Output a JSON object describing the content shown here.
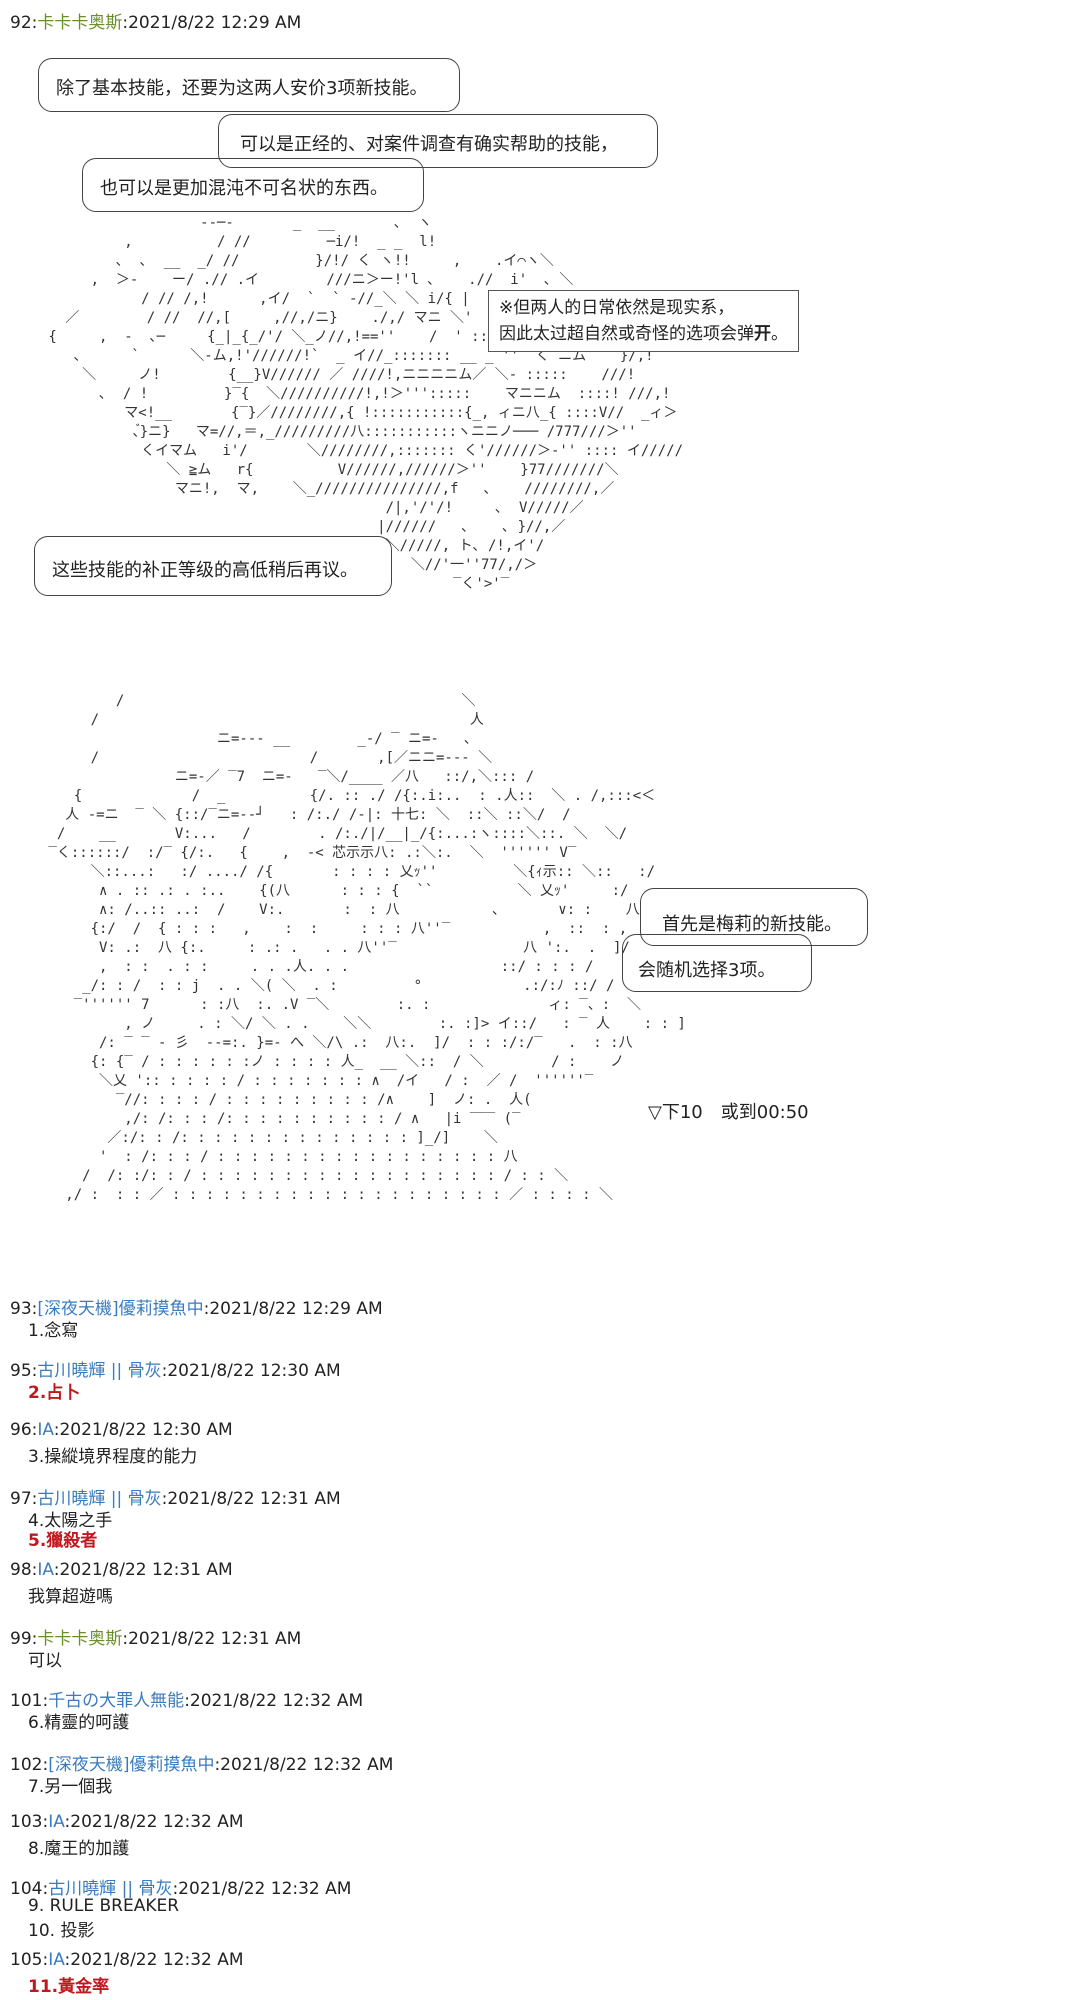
{
  "first_post": {
    "num": "92:",
    "name": "卡卡卡奥斯",
    "time": ":2021/8/22 12:29 AM"
  },
  "bubbles": {
    "b1": "除了基本技能，还要为这两人安价3项新技能。",
    "b2": "可以是正经的、对案件调查有确实帮助的技能，",
    "b3": "也可以是更加混沌不可名状的东西。",
    "b4": "这些技能的补正等级的高低稍后再议。",
    "b5": "首先是梅莉的新技能。",
    "b6": "会随机选择3项。"
  },
  "note": {
    "line1": "※但两人的日常依然是现实系，",
    "line2_prefix": "因此太过超自然或奇怪的选项会弹",
    "line2_bold": "开",
    "line2_suffix": "。"
  },
  "roll_text": "▽下10　或到00:50",
  "aa_art": {
    "top": "                   --─-       _  __       ､  ヽ\n          ,          / //         ─i/!  _ _  l!\n         ､  ､  __  _/ //         }/!/ く ヽ!!     ,    .イ⌒ヽ＼\n      ,  ＞-    ー/ .// .イ        ///ニ＞ー!'l ､    .//  i'  ､ ＼\n            / // /,!      ,イ/  `  ` -//_＼ ＼ i/{ |\n   ／        / //  //,[     ,//,/ニ}    ./,/ マニ ＼'\n {     ,  -  ､─     {_|_{_/'/ ＼_ノ//,!==''    /  ' ::::::::: マニム\n    ､      `      ＼-ム,!'//////!`  _ イ//_::::::: __ _ ''  く ニム    }/,!\n     ＼     ノ!        {__}V////// ／ ////!,ニニニニム／ ＼- :::::    ///!\n       ､  / !         }‾{  ＼//////////!,!＞''':::::    マニニム  ::::! ///,!\n          マ<!__       {‾}／////////,{ !:::::::::::{_, ィニ八_{ ::::V//  _ィ＞\n           ､゙}ニ}   マ=//,＝,_/////////八:::::::::::ヽニニノ─── /777///＞''\n            くイマム   i'/       ＼////////,::::::: く'//////＞-'' :::: イ/////\n               ＼ ≧ム   r{          V//////,//////＞''    }77///////＼\n                マニ!,  マ,    ＼_///////////////,f   ､    ////////,／\n                                         /|,'/'/!     ､  V/////／\n                                        |//////   ､    ､ }//,／\n                                         ＼/////, ト､ /!,イ'/\n                                            ＼//'一''77/,/＞\n                                                 ‾く'>'‾",
    "bottom": "         /                                        ＼\n      /                                            人\n                     ニ=--- __        _-/ ‾ ニ=-   ､\n      /                         /       ,[／ニニ=--- ＼\n                ニ=-／ ‾7  ニ=-   ‾＼/____ ／八   ::/,＼::: /\n    {             /  _          {/. :: ./ /{:.i:..  : .人::  ＼ . /,:::<＜\n   人 -=ニ  ‾ ＼ {::/‾ニ=--┘   : /:./ /-|: 十七: ＼  ::＼ ::＼/  /\n  /    __       V:...   /        . /:./|/__|_/{:...:ヽ::::＼::. ＼  ＼/\n ‾く::::::/  :/‾ {/:.   {    ,  -< 芯示示八: .:＼:.  ＼  '''''' V‾\n      ＼::...:   :/ ..../ /{       : : : : 乂ｯ''         ＼{ｨ示:: ＼::   :/\n       ∧ . :: .: . :..    {(八      : : : {  ``          ＼ 乂ｯ'     :/\n       ∧: /..:: ..:  /    V:.       :  : 八           ､       ∨: :    八\n      {:/  /  { : : :   ,    :  :     : : : 八''‾           ,  ::  : ,  八\n       V: .:  八 {:.     : .: .   . . 八''‾               八 ':.  .  ]/\n       ,  : :  . : :     . . .人. . .                  ::/ : : : /\n     _/: : /  : : j  . . ＼( ＼  . :         °            .:/:ﾉ ::/ /\n    ‾'''''' 7      : :八  :. .V ‾＼        :. :              ィ: ‾、:  ＼\n          , ノ     . : ＼/ ＼ . .    ＼＼        :. :]> イ::/   : ‾ 人    : : ]\n       /: ‾ ‾ - 彡  --=:. }=- へ ＼/\\ .:  八:.  ]/  : : :/:/‾   .  : :八\n      {: {‾ / : : : : : :ノ : : : : 人_  __ ＼::  / ＼        / :    ノ\n       ＼乂 ':: : : : : / : : : : : : : ∧  /イ   / :  ／ /  ''''''‾\n         ‾//: : : : / : : : : : : : : : /∧    ]  ノ: .  人(\n          ,/: /: : : /: : : : : : : : : : / ∧   |i ‾‾‾ (‾\n        ／:/: : /: : : : : : : : : : : : : : ]_/]    ＼\n       '  : /: : : / : : : : : : : : : : : : : : : : : 八\n     /  /: :/: : / : : : : : : : : : : : : : : : : : : / : : ＼\n   ,/ :  : : ／ : : : : : : : : : : : : : : : : : : : : ／ : : : : ＼"
  },
  "posts": [
    {
      "num": "93:",
      "name": "[深夜天機]優莉摸魚中",
      "time": ":2021/8/22 12:29 AM",
      "lines": [
        {
          "t": "1.念寫",
          "red": false
        }
      ]
    },
    {
      "num": "95:",
      "name": "古川曉輝 || 骨灰",
      "time": ":2021/8/22 12:30 AM",
      "lines": [
        {
          "t": "2.占卜",
          "red": true
        }
      ]
    },
    {
      "num": "96:",
      "name": "IA",
      "time": ":2021/8/22 12:30 AM",
      "lines": [
        {
          "t": "3.操縱境界程度的能力",
          "red": false
        }
      ]
    },
    {
      "num": "97:",
      "name": "古川曉輝 || 骨灰",
      "time": ":2021/8/22 12:31 AM",
      "lines": [
        {
          "t": "4.太陽之手",
          "red": false
        },
        {
          "t": "5.獵殺者",
          "red": true
        }
      ]
    },
    {
      "num": "98:",
      "name": "IA",
      "time": ":2021/8/22 12:31 AM",
      "lines": [
        {
          "t": "我算超遊嗎",
          "red": false
        }
      ]
    },
    {
      "num": "99:",
      "name": "卡卡卡奥斯",
      "time": ":2021/8/22 12:31 AM",
      "lines": [
        {
          "t": "可以",
          "red": false
        }
      ]
    },
    {
      "num": "101:",
      "name": "千古の大罪人無能",
      "time": ":2021/8/22 12:32 AM",
      "lines": [
        {
          "t": "6.精靈的呵護",
          "red": false
        }
      ]
    },
    {
      "num": "102:",
      "name": "[深夜天機]優莉摸魚中",
      "time": ":2021/8/22 12:32 AM",
      "lines": [
        {
          "t": "7.另一個我",
          "red": false
        }
      ]
    },
    {
      "num": "103:",
      "name": "IA",
      "time": ":2021/8/22 12:32 AM",
      "lines": [
        {
          "t": "8.魔王的加護",
          "red": false
        }
      ]
    },
    {
      "num": "104:",
      "name": "古川曉輝 || 骨灰",
      "time": ":2021/8/22 12:32 AM",
      "lines": [
        {
          "t": "9. RULE BREAKER",
          "red": false
        },
        {
          "t": "10. 投影",
          "red": false
        }
      ]
    },
    {
      "num": "105:",
      "name": "IA",
      "time": ":2021/8/22 12:32 AM",
      "lines": [
        {
          "t": "11.黃金率",
          "red": true
        }
      ]
    }
  ]
}
